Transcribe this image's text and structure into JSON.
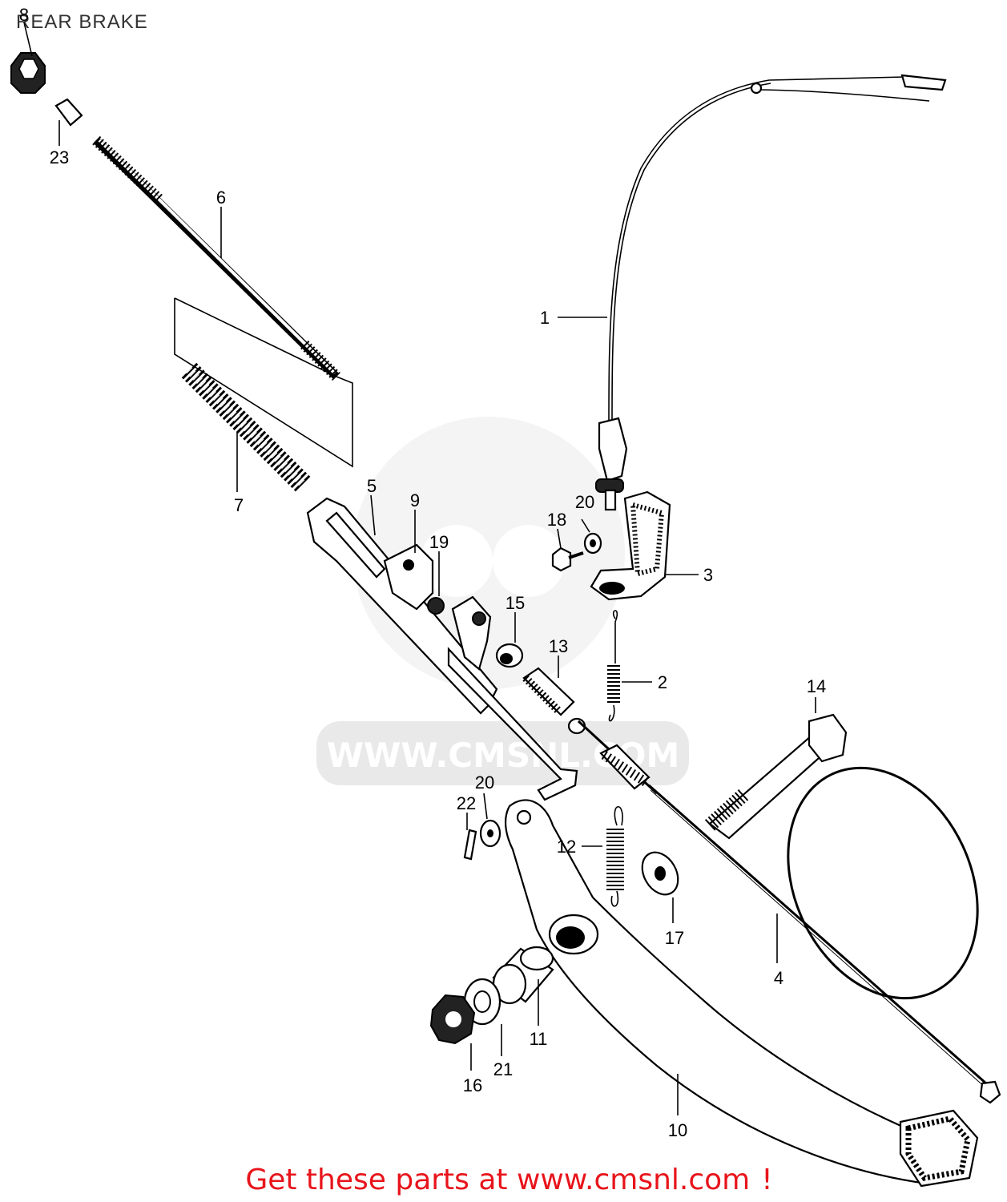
{
  "title": "REAR BRAKE",
  "watermark": {
    "text": "WWW.CMSNL.COM",
    "color": "#d0d0d0"
  },
  "promo": {
    "text": "Get these parts at www.cmsnl.com",
    "suffix": "!",
    "color": "#e8141b"
  },
  "callouts": [
    "1",
    "2",
    "3",
    "4",
    "5",
    "6",
    "7",
    "8",
    "9",
    "10",
    "11",
    "12",
    "13",
    "14",
    "15",
    "16",
    "17",
    "18",
    "19",
    "20",
    "20",
    "21",
    "22",
    "23"
  ],
  "parts": [
    {
      "label": "1",
      "name": "brake-light-switch-cable"
    },
    {
      "label": "2",
      "name": "switch-spring"
    },
    {
      "label": "3",
      "name": "switch-bracket"
    },
    {
      "label": "4",
      "name": "brake-cable"
    },
    {
      "label": "5",
      "name": "rod-lever"
    },
    {
      "label": "6",
      "name": "brake-rod"
    },
    {
      "label": "7",
      "name": "rod-spring"
    },
    {
      "label": "8",
      "name": "adjusting-nut"
    },
    {
      "label": "9",
      "name": "joint"
    },
    {
      "label": "10",
      "name": "brake-pedal"
    },
    {
      "label": "11",
      "name": "pedal-collar"
    },
    {
      "label": "12",
      "name": "return-spring"
    },
    {
      "label": "13",
      "name": "adjuster"
    },
    {
      "label": "14",
      "name": "pedal-bolt"
    },
    {
      "label": "15",
      "name": "nut"
    },
    {
      "label": "16",
      "name": "lock-nut"
    },
    {
      "label": "17",
      "name": "washer-large"
    },
    {
      "label": "18",
      "name": "bolt"
    },
    {
      "label": "19",
      "name": "collar"
    },
    {
      "label": "20",
      "name": "washer"
    },
    {
      "label": "21",
      "name": "washer"
    },
    {
      "label": "22",
      "name": "cotter-pin"
    },
    {
      "label": "23",
      "name": "joint-pin"
    }
  ]
}
